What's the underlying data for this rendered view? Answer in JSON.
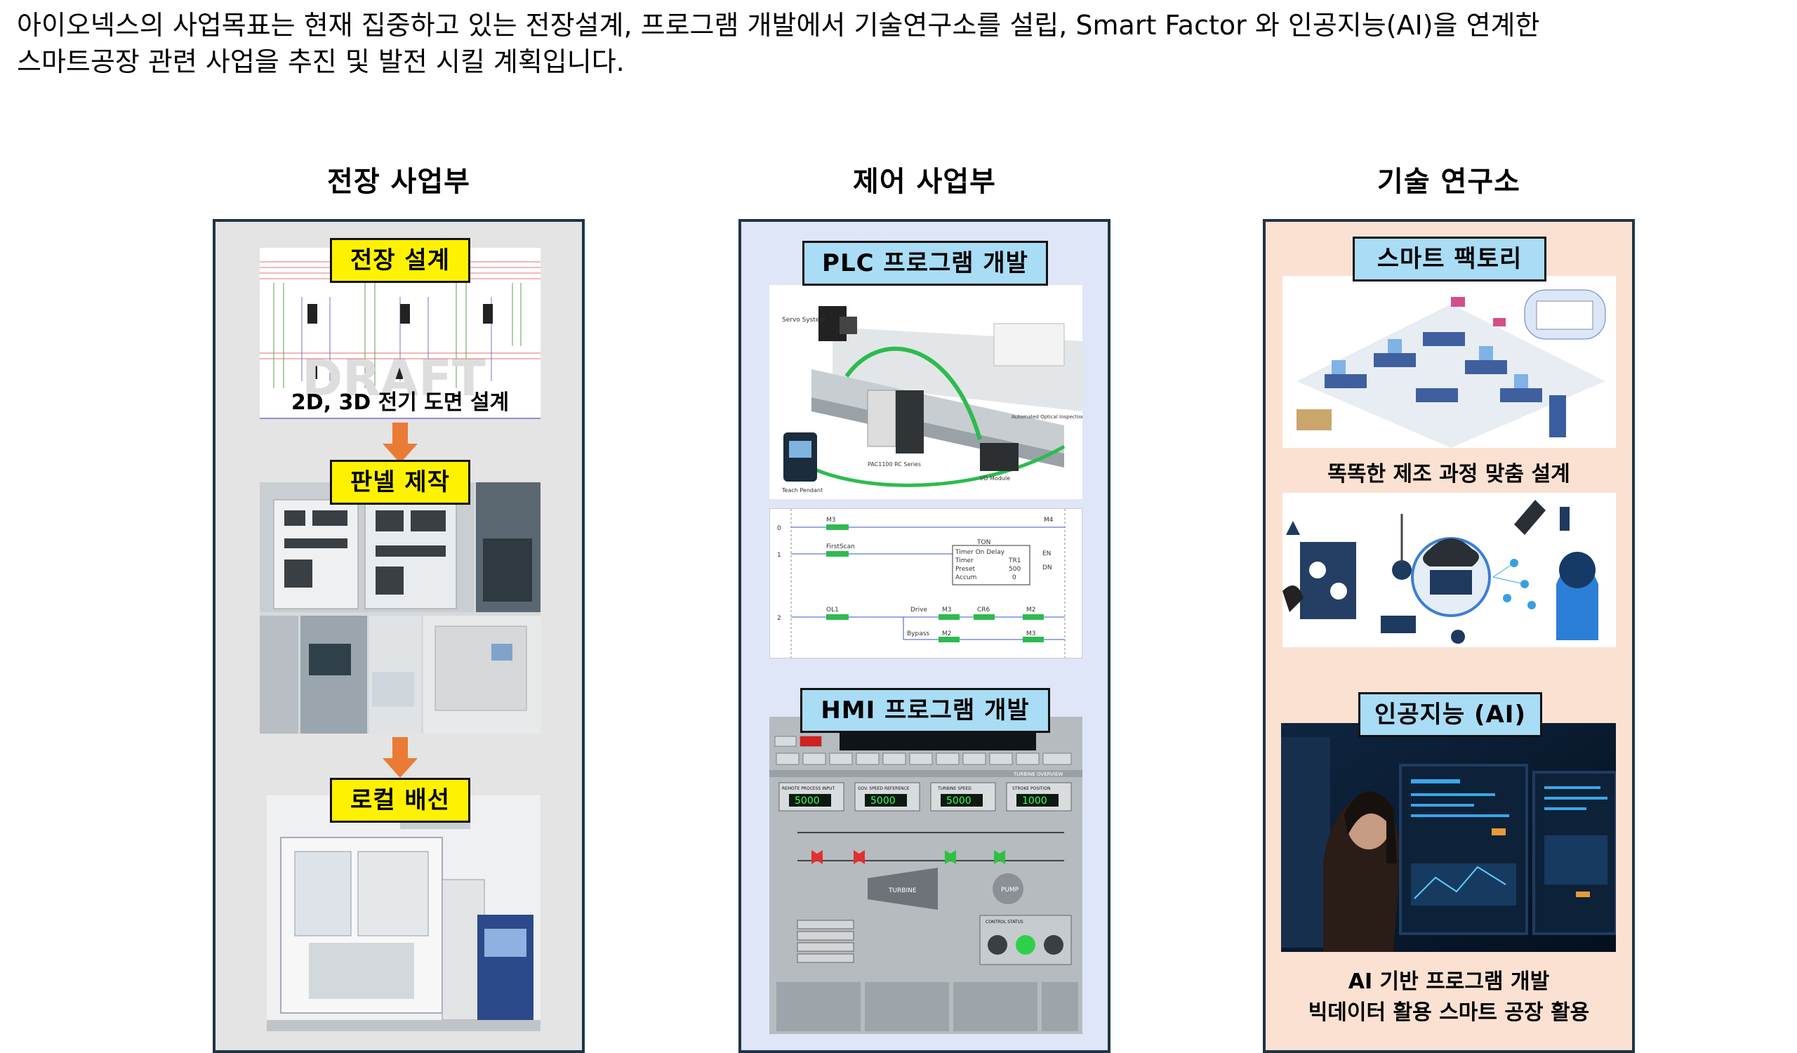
{
  "intro": {
    "line1": "아이오넥스의 사업목표는 현재 집중하고 있는 전장설계, 프로그램 개발에서 기술연구소를 설립, Smart Factor 와 인공지능(AI)을 연계한",
    "line2": "스마트공장 관련 사업을 추진 및 발전 시킬 계획입니다."
  },
  "columns": {
    "electrical": {
      "title": "전장 사업부",
      "design_tag": "전장 설계",
      "design_caption": "2D, 3D 전기 도면 설계",
      "panel_tag": "판넬 제작",
      "wiring_tag": "로컬 배선"
    },
    "control": {
      "title": "제어 사업부",
      "plc_tag": "PLC 프로그램 개발",
      "hmi_tag": "HMI 프로그램 개발",
      "plc_labels": {
        "servo": "Servo System",
        "pac": "PAC1100 RC Series",
        "teach": "Teach Pendant",
        "optical": "Automated Optical Inspection",
        "io": "I/O Module"
      },
      "ladder": {
        "rung0": "0",
        "rung1": "1",
        "rung2": "2",
        "m3": "M3",
        "m4": "M4",
        "firstscan": "FirstScan",
        "ton": "TON",
        "timer_on_delay": "Timer On Delay",
        "timer": "Timer",
        "preset": "Preset",
        "accum": "Accum",
        "tr1": "TR1",
        "p500": "500",
        "a0": "0",
        "en": "EN",
        "dn": "DN",
        "ol1": "OL1",
        "drive": "Drive",
        "cr6": "CR6",
        "m2": "M2",
        "bypass": "Bypass"
      },
      "hmi": {
        "overview": "TURBINE OVERVIEW",
        "g1": "REMOTE PROCESS INPUT",
        "g2": "GOV. SPEED REFERENCE",
        "g3": "TURBINE SPEED",
        "g4": "STROKE POSITION",
        "v1": "5000",
        "v2": "5000",
        "v3": "5000",
        "v4": "1000",
        "turbine": "TURBINE",
        "pump": "PUMP",
        "control_status": "CONTROL STATUS"
      }
    },
    "lab": {
      "title": "기술 연구소",
      "smart_tag": "스마트 팩토리",
      "smart_caption": "똑똑한 제조 과정 맞춤 설계",
      "ai_tag": "인공지능 (AI)",
      "ai_caption1": "AI 기반 프로그램 개발",
      "ai_caption2": "빅데이터 활용 스마트 공장 활용"
    }
  },
  "colors": {
    "panel_border": "#1f3547",
    "electrical_bg": "#e4e4e4",
    "control_bg": "#dfe6f8",
    "lab_bg": "#fbe1d2",
    "tag_yellow": "#fff200",
    "tag_blue": "#a9dcf5",
    "arrow": "#ea7b35"
  }
}
